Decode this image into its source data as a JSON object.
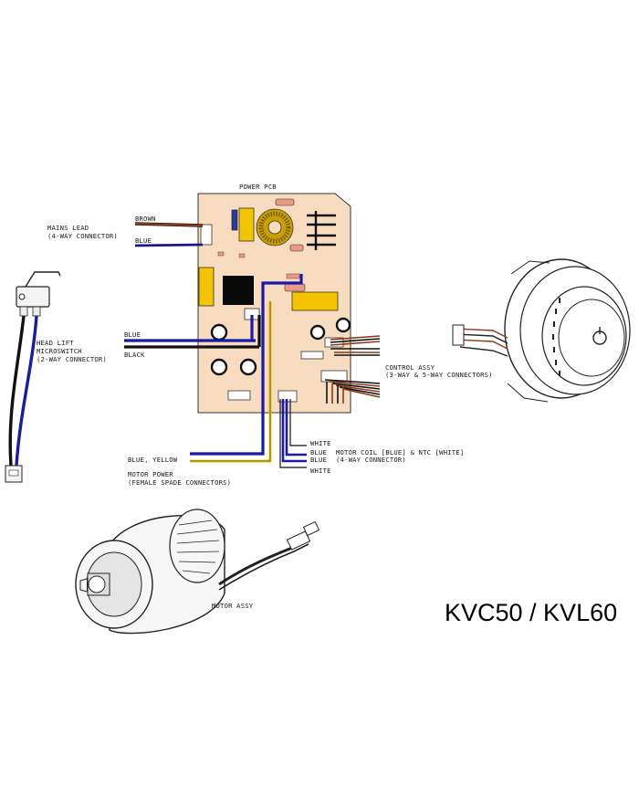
{
  "title": "KVC50 / KVL60",
  "labels": {
    "power_pcb": "POWER PCB",
    "mains_lead": "MAINS LEAD",
    "mains_lead_conn": "(4-WAY CONNECTOR)",
    "brown": "BROWN",
    "blue_mains": "BLUE",
    "head_lift_1": "HEAD LIFT",
    "head_lift_2": "MICROSWITCH",
    "head_lift_3": "(2-WAY CONNECTOR)",
    "blue_switch": "BLUE",
    "black_switch": "BLACK",
    "control_assy_1": "CONTROL ASSY",
    "control_assy_2": "(3-WAY & 5-WAY CONNECTORS)",
    "white_top": "WHITE",
    "blue_coil_1": "BLUE",
    "motor_coil_1": "MOTOR COIL [BLUE] & NTC [WHITE]",
    "blue_coil_2": "BLUE",
    "motor_coil_2": "(4-WAY CONNECTOR)",
    "white_bottom": "WHITE",
    "blue_yellow": "BLUE, YELLOW",
    "motor_power_1": "MOTOR POWER",
    "motor_power_2": "(FEMALE SPADE CONNECTORS)",
    "motor_assy": "MOTOR ASSY"
  },
  "colors": {
    "pcb": "#f8dcc0",
    "wire_blue": "#1a1aa8",
    "wire_brown": "#8b3a1a",
    "wire_black": "#111111",
    "wire_yellow": "#e8c000",
    "component_yellow": "#f5c400",
    "component_salmon": "#e89a84"
  }
}
